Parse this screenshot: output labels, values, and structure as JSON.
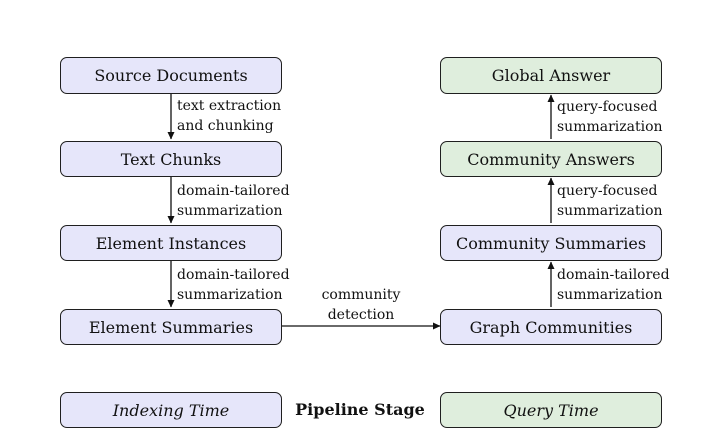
{
  "nodes": {
    "source_documents": "Source Documents",
    "text_chunks": "Text Chunks",
    "element_instances": "Element Instances",
    "element_summaries": "Element Summaries",
    "graph_communities": "Graph Communities",
    "community_summaries": "Community Summaries",
    "community_answers": "Community Answers",
    "global_answer": "Global Answer"
  },
  "edges": {
    "source_to_chunks": [
      "text extraction",
      "and chunking"
    ],
    "chunks_to_instances": [
      "domain-tailored",
      "summarization"
    ],
    "instances_to_summaries": [
      "domain-tailored",
      "summarization"
    ],
    "summaries_to_communities": [
      "community",
      "detection"
    ],
    "communities_to_community_summaries": [
      "domain-tailored",
      "summarization"
    ],
    "community_summaries_to_answers": [
      "query-focused",
      "summarization"
    ],
    "answers_to_global": [
      "query-focused",
      "summarization"
    ]
  },
  "legend": {
    "indexing": "Indexing Time",
    "stage": "Pipeline Stage",
    "query": "Query Time"
  },
  "colors": {
    "indexing_fill": "#e6e6fa",
    "query_fill": "#dfeedd",
    "stroke": "#1f1f1f"
  }
}
